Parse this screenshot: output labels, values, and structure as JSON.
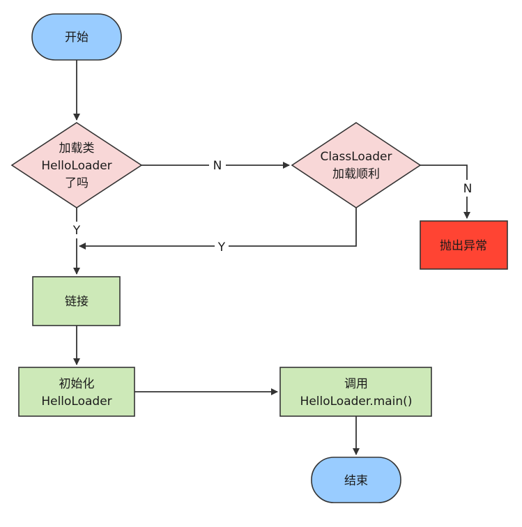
{
  "nodes": {
    "start": {
      "label": "开始",
      "color": "#99ccff"
    },
    "decision_loaded": {
      "line1": "加载类",
      "line2": "HelloLoader",
      "line3": "了吗",
      "color": "#f8d7d7"
    },
    "decision_classloader": {
      "line1": "ClassLoader",
      "line2": "加载顺利",
      "color": "#f8d7d7"
    },
    "throw_exception": {
      "label": "抛出异常",
      "color": "#ff4433"
    },
    "link": {
      "label": "链接",
      "color": "#cde9b8"
    },
    "initialize": {
      "line1": "初始化",
      "line2": "HelloLoader",
      "color": "#cde9b8"
    },
    "call_main": {
      "line1": "调用",
      "line2": "HelloLoader.main()",
      "color": "#cde9b8"
    },
    "end": {
      "label": "结束",
      "color": "#99ccff"
    }
  },
  "edges": {
    "loaded_no": "N",
    "loaded_yes": "Y",
    "classloader_no": "N",
    "classloader_yes": "Y"
  }
}
